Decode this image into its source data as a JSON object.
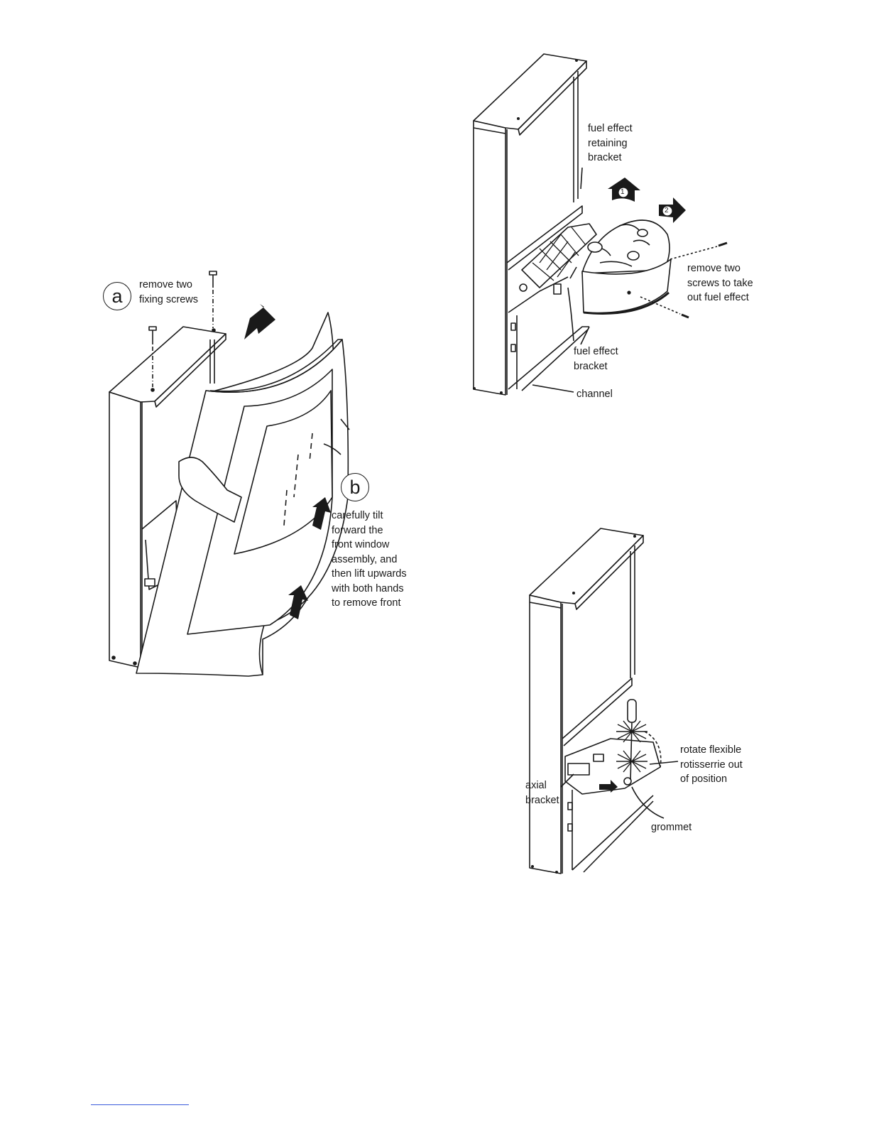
{
  "figure_a_b": {
    "step_a": {
      "letter": "a",
      "text": "remove two\nfixing screws"
    },
    "step_b": {
      "letter": "b",
      "text": "carefully tilt\nforward the\nfront window\nassembly, and\nthen lift upwards\nwith both hands\nto remove front"
    }
  },
  "figure_fuel": {
    "retaining_bracket": "fuel effect\nretaining\nbracket",
    "arrow_1": "1",
    "arrow_2": "2",
    "remove_screws": "remove two\nscrews to take\nout fuel effect",
    "fuel_bracket": "fuel effect\nbracket",
    "channel": "channel"
  },
  "figure_rotisserie": {
    "rotate": "rotate flexible\nrotisserrie out\nof position",
    "axial": "axial\nbracket",
    "grommet": "grommet"
  }
}
